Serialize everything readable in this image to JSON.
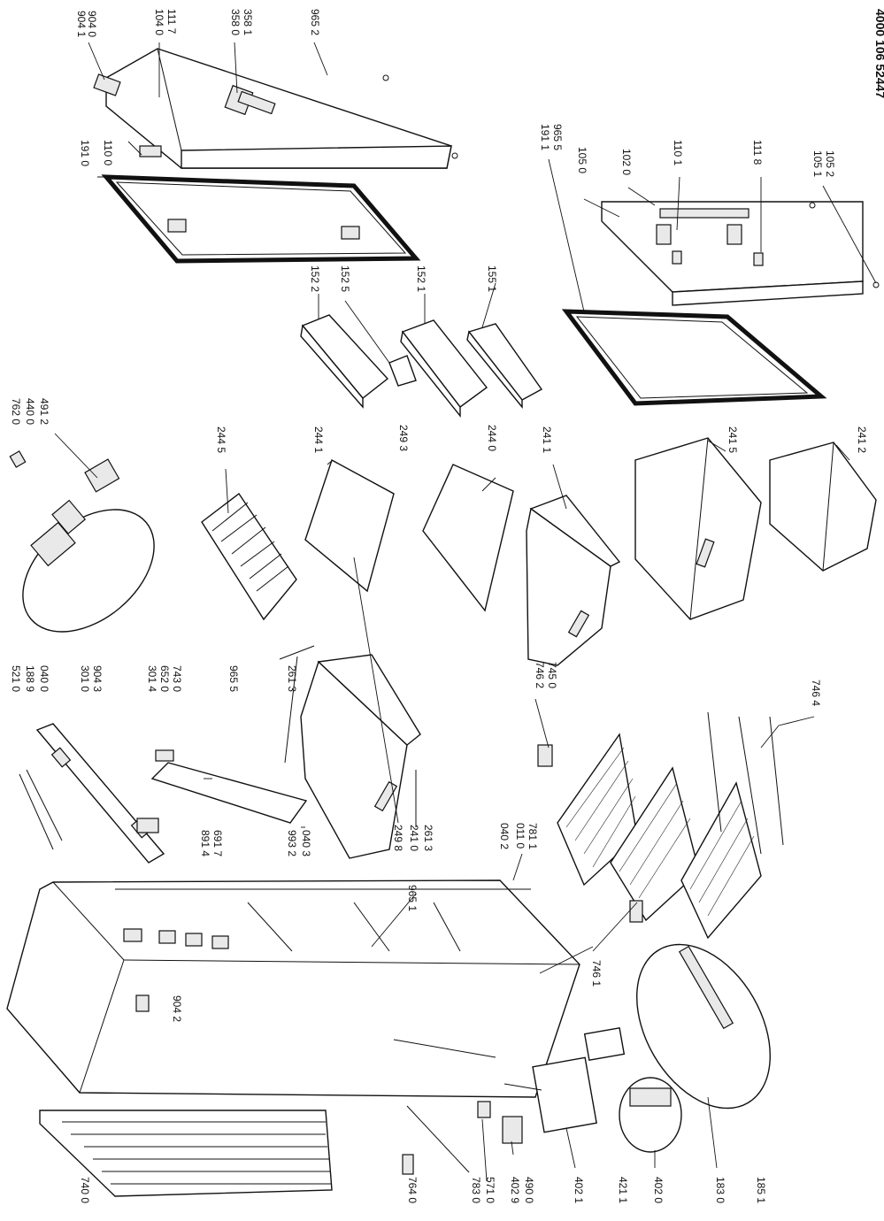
{
  "document": {
    "number": "4000 106 52447"
  },
  "labels": [
    {
      "id": "p9041",
      "text": "904 1"
    },
    {
      "id": "p9040",
      "text": "904 0"
    },
    {
      "id": "p1040",
      "text": "104 0"
    },
    {
      "id": "p1117",
      "text": "111 7"
    },
    {
      "id": "p3580",
      "text": "358 0"
    },
    {
      "id": "p3581",
      "text": "358 1"
    },
    {
      "id": "p9652",
      "text": "965 2"
    },
    {
      "id": "p1910",
      "text": "191 0"
    },
    {
      "id": "p1100",
      "text": "110 0"
    },
    {
      "id": "p1522",
      "text": "152 2"
    },
    {
      "id": "p1525",
      "text": "152 5"
    },
    {
      "id": "p1521",
      "text": "152 1"
    },
    {
      "id": "p1551",
      "text": "155 1"
    },
    {
      "id": "p1911",
      "text": "191 1"
    },
    {
      "id": "p9655b",
      "text": "965 5"
    },
    {
      "id": "p1050",
      "text": "105 0"
    },
    {
      "id": "p1020",
      "text": "102 0"
    },
    {
      "id": "p1101",
      "text": "110 1"
    },
    {
      "id": "p1118",
      "text": "111 8"
    },
    {
      "id": "p1051",
      "text": "105 1"
    },
    {
      "id": "p1052",
      "text": "105 2"
    },
    {
      "id": "p7620",
      "text": "762 0"
    },
    {
      "id": "p4400",
      "text": "440 0"
    },
    {
      "id": "p4912",
      "text": "491 2"
    },
    {
      "id": "p2445",
      "text": "244 5"
    },
    {
      "id": "p2441",
      "text": "244 1"
    },
    {
      "id": "p2493",
      "text": "249 3"
    },
    {
      "id": "p2440",
      "text": "244 0"
    },
    {
      "id": "p2411",
      "text": "241 1"
    },
    {
      "id": "p2415",
      "text": "241 5"
    },
    {
      "id": "p2412",
      "text": "241 2"
    },
    {
      "id": "p5210",
      "text": "521 0"
    },
    {
      "id": "p1889",
      "text": "188 9"
    },
    {
      "id": "p0400",
      "text": "040 0"
    },
    {
      "id": "p3010",
      "text": "301 0"
    },
    {
      "id": "p9043",
      "text": "904 3"
    },
    {
      "id": "p3014",
      "text": "301 4"
    },
    {
      "id": "p6520",
      "text": "652 0"
    },
    {
      "id": "p7430",
      "text": "743 0"
    },
    {
      "id": "p9655a",
      "text": "965 5"
    },
    {
      "id": "p2613a",
      "text": "261 3"
    },
    {
      "id": "p2498",
      "text": "249 8"
    },
    {
      "id": "p2410",
      "text": "241 0"
    },
    {
      "id": "p2613b",
      "text": "261 3"
    },
    {
      "id": "p8914",
      "text": "891 4"
    },
    {
      "id": "p6917",
      "text": "691 7"
    },
    {
      "id": "p9932",
      "text": "993 2"
    },
    {
      "id": "p0403",
      "text": "040 3"
    },
    {
      "id": "p9651",
      "text": "965 1"
    },
    {
      "id": "p7462",
      "text": "746 2"
    },
    {
      "id": "p7450",
      "text": "745 0"
    },
    {
      "id": "p7464",
      "text": "746 4"
    },
    {
      "id": "p0402",
      "text": "040 2"
    },
    {
      "id": "p0110",
      "text": "011 0"
    },
    {
      "id": "p7811",
      "text": "781 1"
    },
    {
      "id": "p9042",
      "text": "904 2"
    },
    {
      "id": "p7461",
      "text": "746 1"
    },
    {
      "id": "p7400",
      "text": "740 0"
    },
    {
      "id": "p7640",
      "text": "764 0"
    },
    {
      "id": "p7830",
      "text": "783 0"
    },
    {
      "id": "p5710",
      "text": "571 0"
    },
    {
      "id": "p4029",
      "text": "402 9"
    },
    {
      "id": "p4900",
      "text": "490 0"
    },
    {
      "id": "p4021",
      "text": "402 1"
    },
    {
      "id": "p4211",
      "text": "421 1"
    },
    {
      "id": "p4020",
      "text": "402 0"
    },
    {
      "id": "p1830",
      "text": "183 0"
    },
    {
      "id": "p1851",
      "text": "185 1"
    }
  ]
}
